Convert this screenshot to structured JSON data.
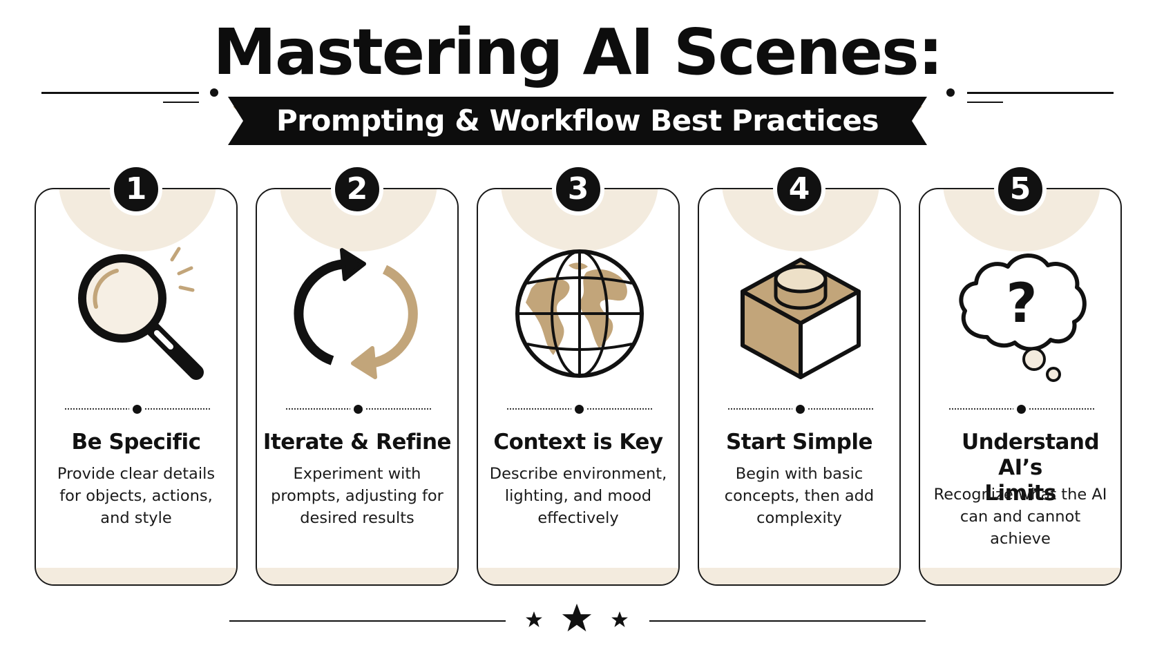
{
  "title": "Mastering AI Scenes:",
  "subtitle": "Prompting & Workflow Best Practices",
  "colors": {
    "accent": "#c2a57a",
    "accent_light": "#f3ebde",
    "ink": "#111111"
  },
  "cards": [
    {
      "number": "1",
      "icon": "magnifying-glass-icon",
      "title": "Be Specific",
      "description": "Provide clear details for objects, actions, and style"
    },
    {
      "number": "2",
      "icon": "refresh-cycle-icon",
      "title": "Iterate & Refine",
      "description": "Experiment with prompts, adjusting for desired results"
    },
    {
      "number": "3",
      "icon": "globe-icon",
      "title": "Context is Key",
      "description": "Describe environment, lighting, and mood effectively"
    },
    {
      "number": "4",
      "icon": "building-block-icon",
      "title": "Start Simple",
      "description": "Begin with basic concepts, then add complexity"
    },
    {
      "number": "5",
      "icon": "thought-bubble-question-icon",
      "title": "Understand AI’s Limits",
      "description": "Recognize what the AI can and cannot achieve"
    }
  ]
}
